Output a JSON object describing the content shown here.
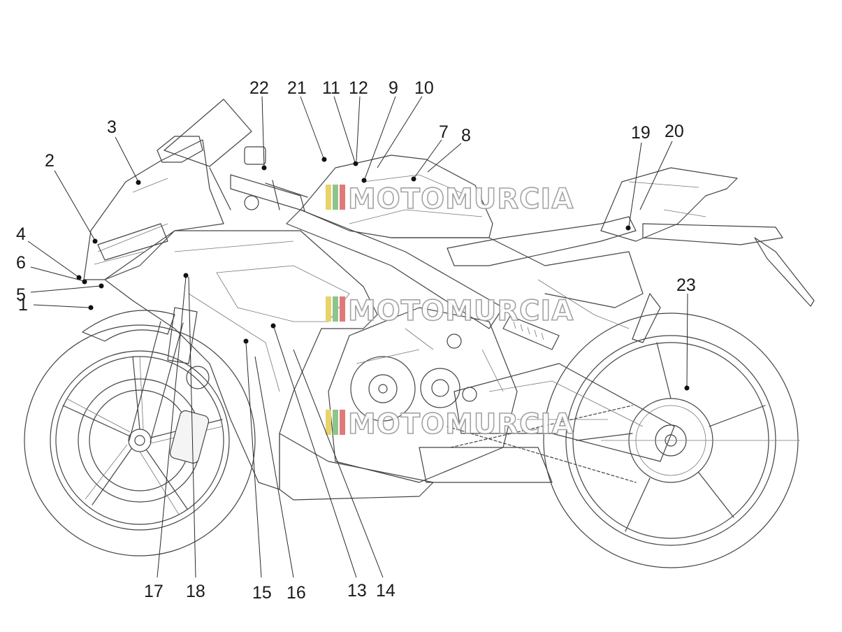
{
  "watermark": {
    "text": "MOTOMURCIA",
    "stripe_colors": [
      "#e8d36a",
      "#8fc48c",
      "#e07a7a"
    ]
  },
  "callouts": [
    {
      "id": "c1",
      "label": "1"
    },
    {
      "id": "c2",
      "label": "2"
    },
    {
      "id": "c3",
      "label": "3"
    },
    {
      "id": "c4",
      "label": "4"
    },
    {
      "id": "c5",
      "label": "5"
    },
    {
      "id": "c6",
      "label": "6"
    },
    {
      "id": "c7",
      "label": "7"
    },
    {
      "id": "c8",
      "label": "8"
    },
    {
      "id": "c9",
      "label": "9"
    },
    {
      "id": "c10",
      "label": "10"
    },
    {
      "id": "c11",
      "label": "11"
    },
    {
      "id": "c12",
      "label": "12"
    },
    {
      "id": "c13",
      "label": "13"
    },
    {
      "id": "c14",
      "label": "14"
    },
    {
      "id": "c15",
      "label": "15"
    },
    {
      "id": "c16",
      "label": "16"
    },
    {
      "id": "c17",
      "label": "17"
    },
    {
      "id": "c18",
      "label": "18"
    },
    {
      "id": "c19",
      "label": "19"
    },
    {
      "id": "c20",
      "label": "20"
    },
    {
      "id": "c21",
      "label": "21"
    },
    {
      "id": "c22",
      "label": "22"
    },
    {
      "id": "c23",
      "label": "23"
    }
  ]
}
